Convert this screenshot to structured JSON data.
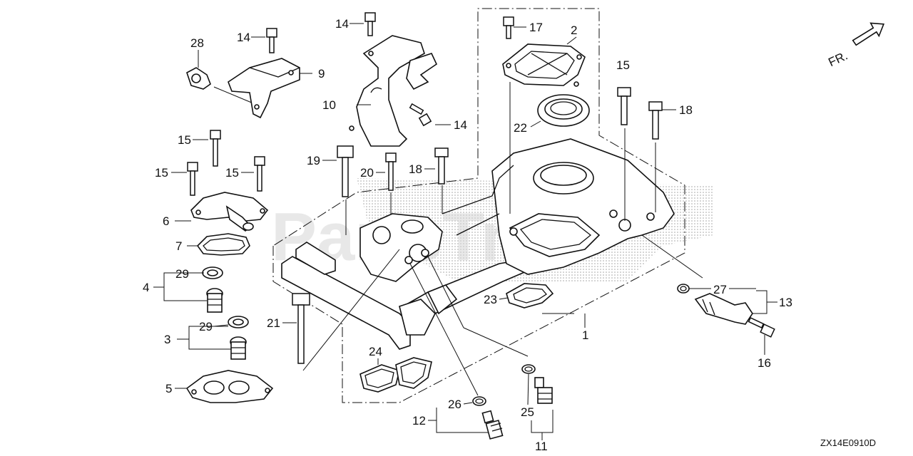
{
  "watermark": "PartsTr",
  "diagram_code": "ZX14E0910D",
  "direction_indicator": "FR.",
  "callouts": {
    "c1": "1",
    "c2": "2",
    "c3": "3",
    "c4": "4",
    "c5": "5",
    "c6": "6",
    "c7": "7",
    "c9": "9",
    "c10": "10",
    "c11": "11",
    "c12": "12",
    "c13": "13",
    "c14a": "14",
    "c14b": "14",
    "c14c": "14",
    "c15a": "15",
    "c15b": "15",
    "c15c": "15",
    "c15d": "15",
    "c16": "16",
    "c17": "17",
    "c18a": "18",
    "c18b": "18",
    "c19": "19",
    "c20": "20",
    "c21": "21",
    "c22": "22",
    "c23": "23",
    "c24": "24",
    "c25": "25",
    "c26": "26",
    "c27": "27",
    "c28": "28",
    "c29a": "29",
    "c29b": "29"
  }
}
